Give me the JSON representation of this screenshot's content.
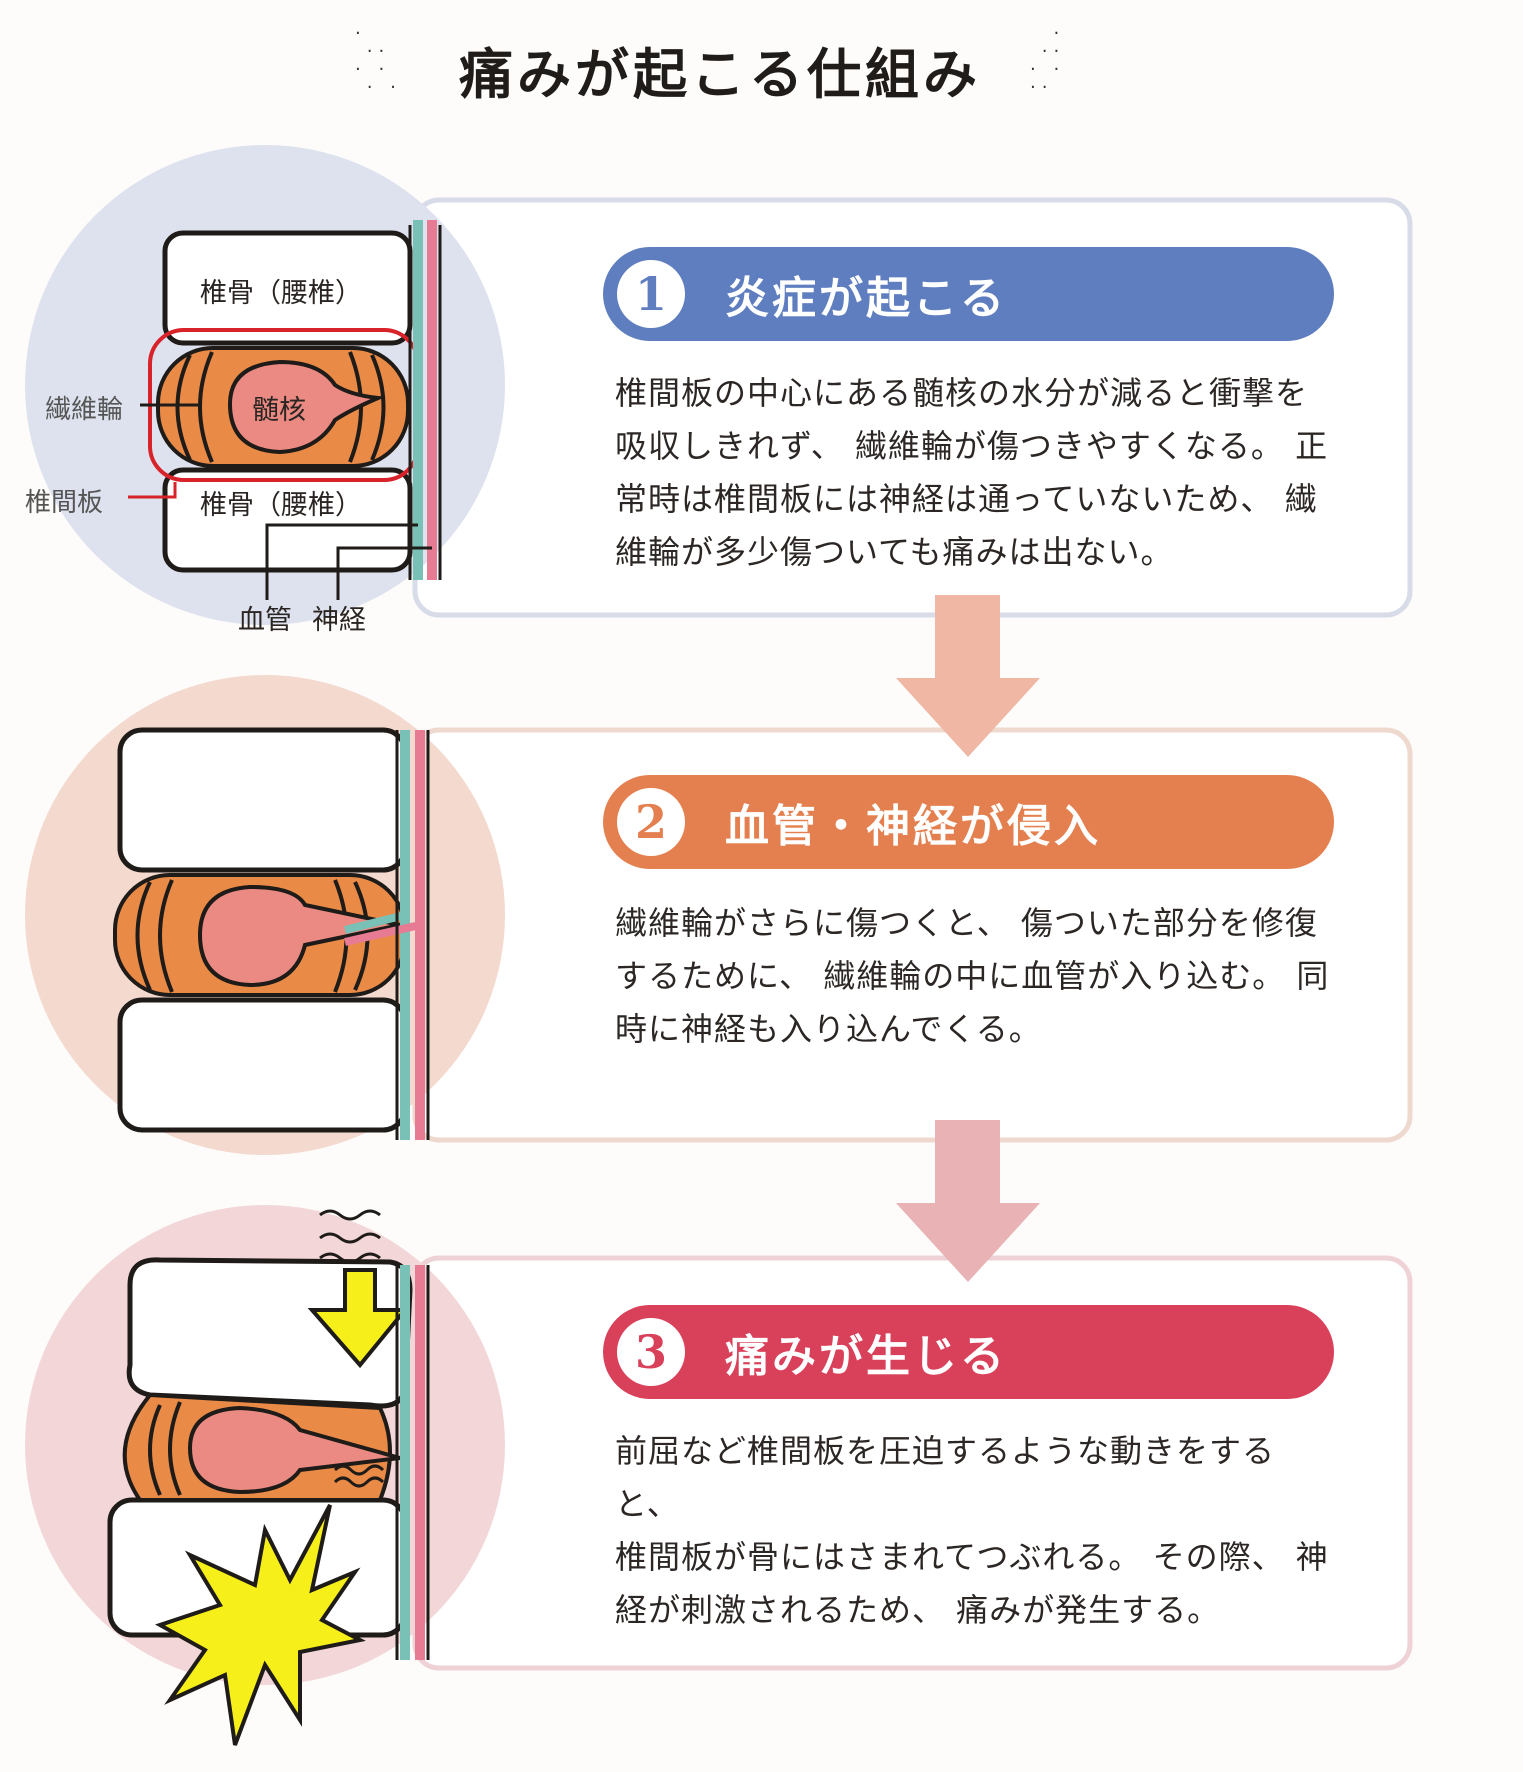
{
  "title": "痛みが起こる仕組み",
  "colors": {
    "step1": "#5f7ec0",
    "step2": "#e4804f",
    "step3": "#d9405a",
    "annulus": "#e98a47",
    "nucleus": "#ea8a82",
    "nerve": "#e77b93",
    "vessel": "#79c1b7",
    "flash": "#f6ef1a"
  },
  "labels": {
    "vertebra_upper": "椎骨（腰椎）",
    "vertebra_lower": "椎骨（腰椎）",
    "annulus": "繊維輪",
    "nucleus": "髄核",
    "disc": "椎間板",
    "vessel": "血管",
    "nerve": "神経"
  },
  "steps": [
    {
      "number": "1",
      "title": "炎症が起こる",
      "lines": [
        "椎間板の中心にある髄核の水分が減ると衝撃を",
        "吸収しきれず、 繊維輪が傷つきやすくなる。 正",
        "常時は椎間板には神経は通っていないため、 繊",
        "維輪が多少傷ついても痛みは出ない。"
      ]
    },
    {
      "number": "2",
      "title": "血管・神経が侵入",
      "lines": [
        "繊維輪がさらに傷つくと、 傷ついた部分を修復",
        "するために、 繊維輪の中に血管が入り込む。 同",
        "時に神経も入り込んでくる。"
      ]
    },
    {
      "number": "3",
      "title": "痛みが生じる",
      "lines": [
        "前屈など椎間板を圧迫するような動きをすると、",
        "椎間板が骨にはさまれてつぶれる。 その際、 神",
        "経が刺激されるため、 痛みが発生する。"
      ]
    }
  ]
}
